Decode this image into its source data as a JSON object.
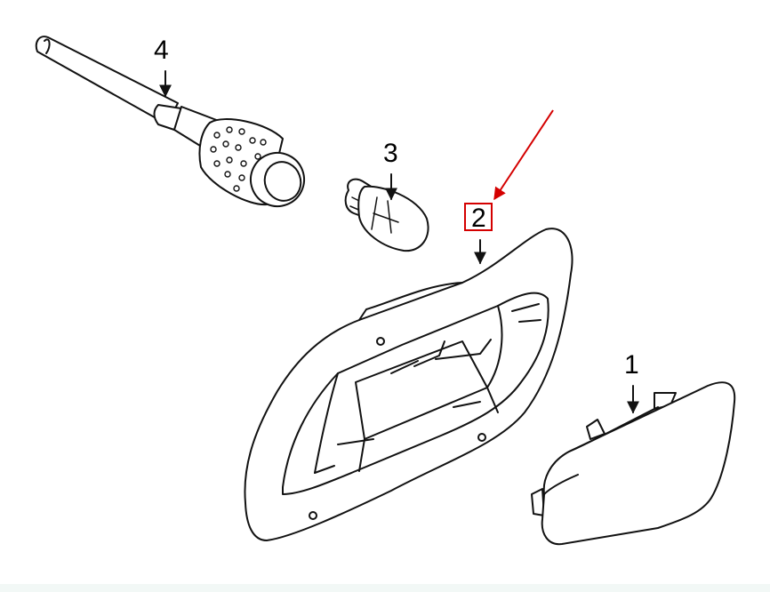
{
  "callouts": {
    "part_1": "1",
    "part_2": "2",
    "part_3": "3",
    "part_4": "4"
  },
  "highlight": {
    "target": "part_2",
    "color": "#d40000"
  },
  "colors": {
    "line": "#111111",
    "background": "#ffffff",
    "footer": "#f2f8f6"
  }
}
